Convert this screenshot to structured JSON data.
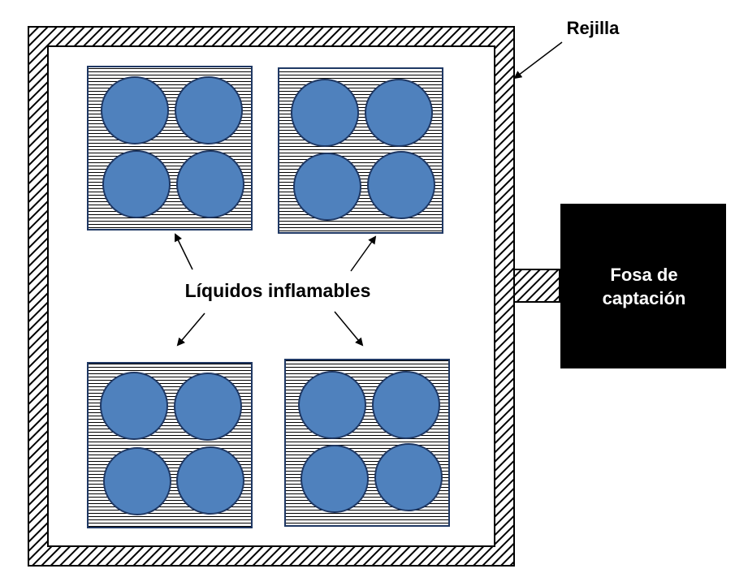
{
  "labels": {
    "grating": "Rejilla",
    "flammable_liquids": "Líquidos inflamables",
    "collection_pit_line1": "Fosa de",
    "collection_pit_line2": "captación"
  },
  "colors": {
    "drum_fill": "#4f81bd",
    "drum_stroke": "#1f3864",
    "pallet_border": "#1f3864",
    "pallet_lines": "#000000",
    "hatch": "#000000",
    "pit_fill": "#000000",
    "pit_text": "#ffffff",
    "label_text": "#000000",
    "background": "#ffffff"
  },
  "pallets": [
    {
      "id": "top-left",
      "drums_per_row": 2,
      "rows": 2
    },
    {
      "id": "top-right",
      "drums_per_row": 2,
      "rows": 2
    },
    {
      "id": "bottom-left",
      "drums_per_row": 2,
      "rows": 2
    },
    {
      "id": "bottom-right",
      "drums_per_row": 2,
      "rows": 2
    }
  ]
}
